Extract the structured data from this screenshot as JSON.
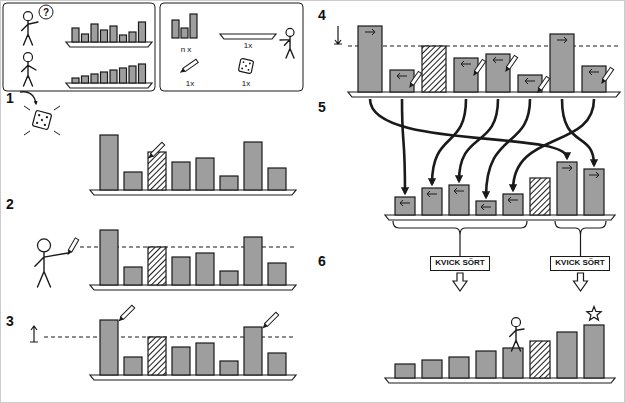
{
  "diagram": {
    "nodes": [
      {
        "text": [
          "KVICK SÖRT"
        ]
      },
      {
        "text": [
          "KVICK SÖRT"
        ]
      }
    ],
    "labels": [
      "?",
      "n x",
      "1x",
      "1x",
      "1x",
      "1",
      "2",
      "3",
      "4",
      "5",
      "6"
    ]
  }
}
